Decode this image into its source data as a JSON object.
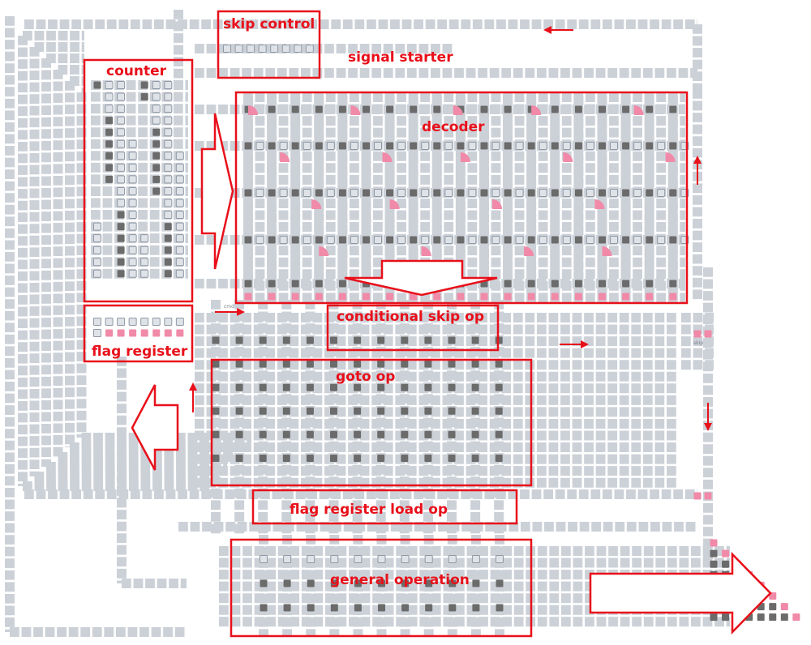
{
  "diagram": {
    "palette": {
      "wire": "#ccd1d8",
      "wire_dark": "#c2c8d0",
      "node_active": "#6b6b6b",
      "node_pink": "#f08aa8",
      "node_outline": "#8e98a4",
      "node_fill": "#dfe3e8",
      "annotation": "#e8101a"
    },
    "regions": [
      {
        "id": "skip-control",
        "label": "skip control"
      },
      {
        "id": "signal-starter",
        "label": "signal starter"
      },
      {
        "id": "counter",
        "label": "counter"
      },
      {
        "id": "decoder",
        "label": "decoder"
      },
      {
        "id": "conditional-skip-op",
        "label": "conditional skip op"
      },
      {
        "id": "flag-register",
        "label": "flag register"
      },
      {
        "id": "goto-op",
        "label": "goto op"
      },
      {
        "id": "flag-register-load-op",
        "label": "flag register load op"
      },
      {
        "id": "general-operation",
        "label": "general operation"
      }
    ],
    "tiny_labels": [
      {
        "id": "cmd",
        "text": "cmd"
      },
      {
        "id": "skip",
        "text": "skip"
      }
    ],
    "flow_arrows": [
      {
        "id": "signal-return",
        "direction": "left"
      },
      {
        "id": "right-edge-up",
        "direction": "up"
      },
      {
        "id": "cmd-out",
        "direction": "right"
      },
      {
        "id": "cond-out",
        "direction": "right"
      },
      {
        "id": "flag-up",
        "direction": "up"
      },
      {
        "id": "right-edge-down",
        "direction": "down"
      }
    ],
    "block_arrows": [
      {
        "id": "counter-to-decoder",
        "direction": "right"
      },
      {
        "id": "decoder-to-ops",
        "direction": "down"
      },
      {
        "id": "ops-to-left",
        "direction": "left"
      },
      {
        "id": "to-output",
        "direction": "right"
      }
    ]
  }
}
